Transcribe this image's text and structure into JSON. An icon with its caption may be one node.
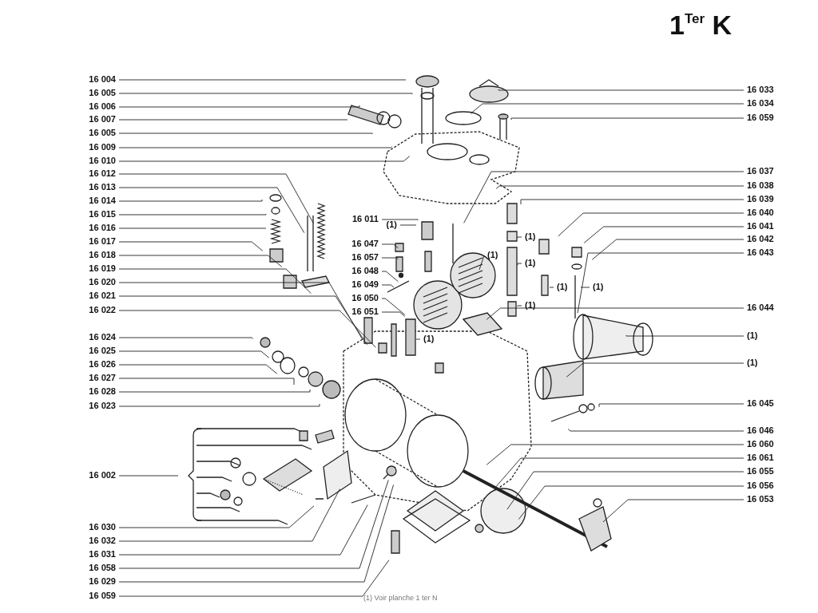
{
  "diagram": {
    "title": "1$^{Ter}$ K",
    "caption": "(1) Voir planche 1 ter N",
    "nodes": [
      {
        "text": [
          "16 004"
        ]
      },
      {
        "text": [
          "16 005"
        ]
      },
      {
        "text": [
          "16 006"
        ]
      },
      {
        "text": [
          "16 007"
        ]
      },
      {
        "text": [
          "16 005"
        ]
      },
      {
        "text": [
          "16 009"
        ]
      },
      {
        "text": [
          "16 010"
        ]
      },
      {
        "text": [
          "16 012"
        ]
      },
      {
        "text": [
          "16 013"
        ]
      },
      {
        "text": [
          "16 014"
        ]
      },
      {
        "text": [
          "16 015"
        ]
      },
      {
        "text": [
          "16 016"
        ]
      },
      {
        "text": [
          "16 017"
        ]
      },
      {
        "text": [
          "16 018"
        ]
      },
      {
        "text": [
          "16 019"
        ]
      },
      {
        "text": [
          "16 020"
        ]
      },
      {
        "text": [
          "16 021"
        ]
      },
      {
        "text": [
          "16 022"
        ]
      },
      {
        "text": [
          "16 024"
        ]
      },
      {
        "text": [
          "16 025"
        ]
      },
      {
        "text": [
          "16 026"
        ]
      },
      {
        "text": [
          "16 027"
        ]
      },
      {
        "text": [
          "16 028"
        ]
      },
      {
        "text": [
          "16 023"
        ]
      },
      {
        "text": [
          "16 002"
        ]
      },
      {
        "text": [
          "16 030"
        ]
      },
      {
        "text": [
          "16 032"
        ]
      },
      {
        "text": [
          "16 031"
        ]
      },
      {
        "text": [
          "16 058"
        ]
      },
      {
        "text": [
          "16 029"
        ]
      },
      {
        "text": [
          "16 059"
        ]
      },
      {
        "text": [
          "16 011"
        ]
      },
      {
        "text": [
          "16 047"
        ]
      },
      {
        "text": [
          "16 057"
        ]
      },
      {
        "text": [
          "16 048"
        ]
      },
      {
        "text": [
          "16 049"
        ]
      },
      {
        "text": [
          "16 050"
        ]
      },
      {
        "text": [
          "16 051"
        ]
      },
      {
        "text": [
          "(1)"
        ]
      },
      {
        "text": [
          "(1)"
        ]
      },
      {
        "text": [
          "(1)"
        ]
      },
      {
        "text": [
          "(1)"
        ]
      },
      {
        "text": [
          "(1)"
        ]
      },
      {
        "text": [
          "(1)"
        ]
      },
      {
        "text": [
          "(1)"
        ]
      },
      {
        "text": [
          "(1)"
        ]
      },
      {
        "text": [
          "16 033"
        ]
      },
      {
        "text": [
          "16 034"
        ]
      },
      {
        "text": [
          "16 059"
        ]
      },
      {
        "text": [
          "16 037"
        ]
      },
      {
        "text": [
          "16 038"
        ]
      },
      {
        "text": [
          "16 039"
        ]
      },
      {
        "text": [
          "16 040"
        ]
      },
      {
        "text": [
          "16 041"
        ]
      },
      {
        "text": [
          "16 042"
        ]
      },
      {
        "text": [
          "16 043"
        ]
      },
      {
        "text": [
          "16 044"
        ]
      },
      {
        "text": [
          "(1)"
        ]
      },
      {
        "text": [
          "(1)"
        ]
      },
      {
        "text": [
          "16 045"
        ]
      },
      {
        "text": [
          "16 046"
        ]
      },
      {
        "text": [
          "16 060"
        ]
      },
      {
        "text": [
          "16 061"
        ]
      },
      {
        "text": [
          "16 055"
        ]
      },
      {
        "text": [
          "16 056"
        ]
      },
      {
        "text": [
          "16 053"
        ]
      }
    ],
    "edges": [
      {
        "from": 0,
        "to": null,
        "arrow": "none"
      },
      {
        "from": 1,
        "to": null,
        "arrow": "none"
      },
      {
        "from": 2,
        "to": null,
        "arrow": "none"
      },
      {
        "from": 3,
        "to": null,
        "arrow": "none"
      },
      {
        "from": 4,
        "to": null,
        "arrow": "none"
      },
      {
        "from": 5,
        "to": null,
        "arrow": "none"
      },
      {
        "from": 6,
        "to": null,
        "arrow": "none"
      },
      {
        "from": 7,
        "to": null,
        "arrow": "none"
      },
      {
        "from": 8,
        "to": null,
        "arrow": "none"
      },
      {
        "from": 9,
        "to": null,
        "arrow": "none"
      },
      {
        "from": 10,
        "to": null,
        "arrow": "none"
      },
      {
        "from": 11,
        "to": null,
        "arrow": "none"
      },
      {
        "from": 12,
        "to": null,
        "arrow": "none"
      },
      {
        "from": 13,
        "to": null,
        "arrow": "none"
      },
      {
        "from": 14,
        "to": null,
        "arrow": "none"
      },
      {
        "from": 15,
        "to": null,
        "arrow": "none"
      },
      {
        "from": 16,
        "to": null,
        "arrow": "none"
      },
      {
        "from": 17,
        "to": null,
        "arrow": "none"
      },
      {
        "from": 18,
        "to": null,
        "arrow": "none"
      },
      {
        "from": 19,
        "to": null,
        "arrow": "none"
      },
      {
        "from": 20,
        "to": null,
        "arrow": "none"
      },
      {
        "from": 21,
        "to": null,
        "arrow": "none"
      },
      {
        "from": 22,
        "to": null,
        "arrow": "none"
      },
      {
        "from": 23,
        "to": null,
        "arrow": "none"
      },
      {
        "from": 24,
        "to": null,
        "arrow": "none"
      },
      {
        "from": 25,
        "to": null,
        "arrow": "none"
      },
      {
        "from": 26,
        "to": null,
        "arrow": "none"
      },
      {
        "from": 27,
        "to": null,
        "arrow": "none"
      },
      {
        "from": 28,
        "to": null,
        "arrow": "none"
      },
      {
        "from": 29,
        "to": null,
        "arrow": "none"
      },
      {
        "from": 30,
        "to": null,
        "arrow": "none"
      },
      {
        "from": 31,
        "to": null,
        "arrow": "none"
      },
      {
        "from": 32,
        "to": null,
        "arrow": "none"
      },
      {
        "from": 33,
        "to": null,
        "arrow": "none"
      },
      {
        "from": 34,
        "to": null,
        "arrow": "none"
      },
      {
        "from": 35,
        "to": null,
        "arrow": "none"
      },
      {
        "from": 36,
        "to": null,
        "arrow": "none"
      },
      {
        "from": 37,
        "to": null,
        "arrow": "none"
      },
      {
        "from": 38,
        "to": null,
        "arrow": "none"
      },
      {
        "from": 39,
        "to": null,
        "arrow": "none"
      },
      {
        "from": 40,
        "to": null,
        "arrow": "none"
      },
      {
        "from": 41,
        "to": null,
        "arrow": "none"
      },
      {
        "from": 42,
        "to": null,
        "arrow": "none"
      },
      {
        "from": 43,
        "to": null,
        "arrow": "none"
      },
      {
        "from": 44,
        "to": null,
        "arrow": "none"
      },
      {
        "from": 45,
        "to": null,
        "arrow": "none"
      },
      {
        "from": 46,
        "to": null,
        "arrow": "none"
      },
      {
        "from": 47,
        "to": null,
        "arrow": "none"
      },
      {
        "from": 48,
        "to": null,
        "arrow": "none"
      },
      {
        "from": 49,
        "to": null,
        "arrow": "none"
      },
      {
        "from": 50,
        "to": null,
        "arrow": "none"
      },
      {
        "from": 51,
        "to": null,
        "arrow": "none"
      },
      {
        "from": 52,
        "to": null,
        "arrow": "none"
      },
      {
        "from": 53,
        "to": null,
        "arrow": "none"
      },
      {
        "from": 54,
        "to": null,
        "arrow": "none"
      },
      {
        "from": 55,
        "to": null,
        "arrow": "none"
      },
      {
        "from": 56,
        "to": null,
        "arrow": "none"
      },
      {
        "from": 57,
        "to": null,
        "arrow": "none"
      },
      {
        "from": 58,
        "to": null,
        "arrow": "none"
      },
      {
        "from": 59,
        "to": null,
        "arrow": "none"
      },
      {
        "from": 60,
        "to": null,
        "arrow": "none"
      },
      {
        "from": 61,
        "to": null,
        "arrow": "none"
      },
      {
        "from": 62,
        "to": null,
        "arrow": "none"
      },
      {
        "from": 63,
        "to": null,
        "arrow": "none"
      },
      {
        "from": 64,
        "to": null,
        "arrow": "none"
      },
      {
        "from": 65,
        "to": null,
        "arrow": "none"
      }
    ]
  }
}
